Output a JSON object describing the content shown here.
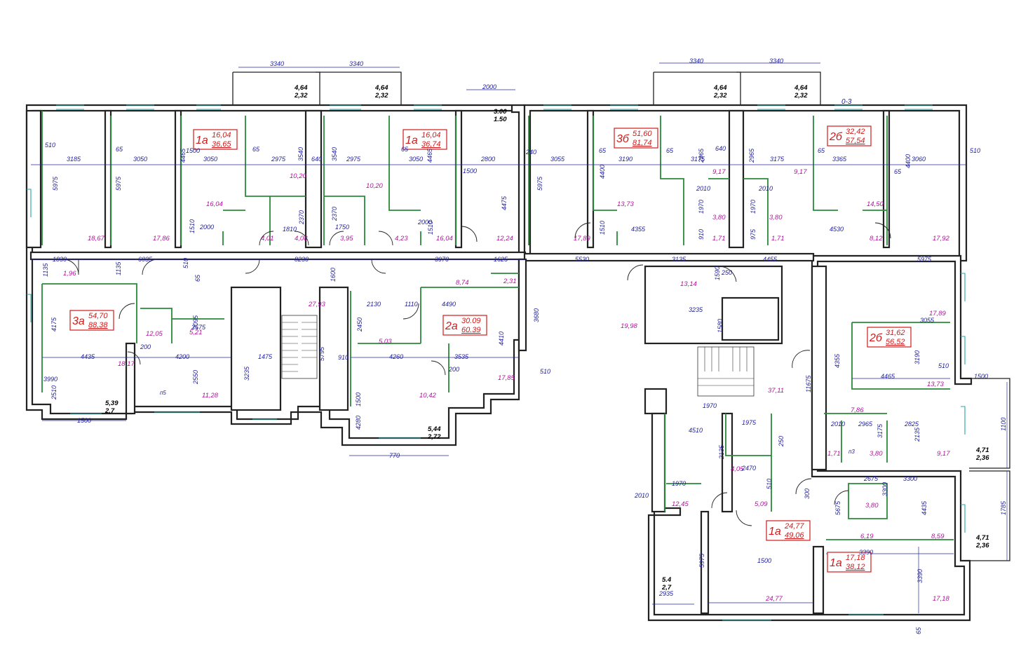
{
  "apartments": [
    {
      "type": "1а",
      "living": "16,04",
      "total": "36,65"
    },
    {
      "type": "1а",
      "living": "16,04",
      "total": "36,74"
    },
    {
      "type": "3б",
      "living": "51,60",
      "total": "81,74"
    },
    {
      "type": "2б",
      "living": "32,42",
      "total": "57,54"
    },
    {
      "type": "3а",
      "living": "54,70",
      "total": "88,38"
    },
    {
      "type": "2а",
      "living": "30.09",
      "total": "60.39"
    },
    {
      "type": "2б",
      "living": "31,62",
      "total": "56,52"
    },
    {
      "type": "1а",
      "living": "24,77",
      "total": "49,06"
    },
    {
      "type": "1а",
      "living": "17,18",
      "total": "38,12"
    }
  ],
  "balconies": [
    {
      "a": "4,64",
      "b": "2,32"
    },
    {
      "a": "4,64",
      "b": "2,32"
    },
    {
      "a": "4,64",
      "b": "2,32"
    },
    {
      "a": "4,64",
      "b": "2,32"
    },
    {
      "a": "3.00",
      "b": "1.50"
    },
    {
      "a": "5,39",
      "b": "2,7"
    },
    {
      "a": "5,44",
      "b": "2,72"
    },
    {
      "a": "4,71",
      "b": "2,36"
    },
    {
      "a": "4,71",
      "b": "2,36"
    },
    {
      "a": "5.4",
      "b": "2,7"
    }
  ],
  "room_areas": [
    "18,67",
    "17,86",
    "16,04",
    "4,01",
    "4,08",
    "10,20",
    "3,95",
    "4,23",
    "16,04",
    "10,20",
    "12,24",
    "17,89",
    "13,73",
    "9,17",
    "3,80",
    "1,71",
    "1,71",
    "3,80",
    "9,17",
    "14,50",
    "8,12",
    "17,92",
    "1,96",
    "12,05",
    "5,21",
    "18,17",
    "11,28",
    "27,93",
    "8,74",
    "2,31",
    "5,03",
    "10,42",
    "17,85",
    "13,14",
    "19,98",
    "17,89",
    "13,73",
    "37,11",
    "7,86",
    "3,80",
    "1,71",
    "9,17",
    "4,05",
    "12,45",
    "5,09",
    "3,80",
    "6,19",
    "8,59",
    "24,77",
    "17,18"
  ],
  "dimensions": [
    "3340",
    "3340",
    "3340",
    "3340",
    "2000",
    "510",
    "3185",
    "3050",
    "4465",
    "3050",
    "2975",
    "3540",
    "640",
    "3540",
    "2975",
    "3050",
    "4465",
    "2800",
    "240",
    "3055",
    "3190",
    "3175",
    "2965",
    "640",
    "2965",
    "3175",
    "3365",
    "4400",
    "3060",
    "510",
    "5975",
    "5975",
    "2000",
    "1810",
    "2370",
    "2370",
    "1750",
    "2000",
    "1510",
    "1510",
    "4475",
    "5975",
    "4400",
    "1510",
    "4355",
    "1970",
    "910",
    "2010",
    "2010",
    "1970",
    "975",
    "4530",
    "1830",
    "1135",
    "1135",
    "6035",
    "510",
    "8230",
    "1600",
    "3970",
    "1625",
    "5530",
    "3135",
    "1590",
    "4455",
    "250",
    "5975",
    "4175",
    "2095",
    "2575",
    "4200",
    "4435",
    "2550",
    "3235",
    "1475",
    "5795",
    "2130",
    "1110",
    "4490",
    "2450",
    "4260",
    "3535",
    "4410",
    "3680",
    "510",
    "3235",
    "1580",
    "3055",
    "4355",
    "11675",
    "3190",
    "4465",
    "510",
    "1500",
    "3990",
    "1500",
    "2510",
    "1500",
    "4280",
    "770",
    "910",
    "1970",
    "2010",
    "2965",
    "3175",
    "2825",
    "2135",
    "4510",
    "1975",
    "2135",
    "2470",
    "250",
    "510",
    "300",
    "1970",
    "2010",
    "2675",
    "3300",
    "3300",
    "5675",
    "4435",
    "1500",
    "5975",
    "2935",
    "3390",
    "3390",
    "1100",
    "1785",
    "65",
    "65",
    "65",
    "65",
    "65",
    "65",
    "65",
    "65",
    "65",
    "200",
    "200",
    "1500",
    "1500"
  ],
  "axis_label": "0-3",
  "pass_label": "п3",
  "pass_label2": "п5"
}
